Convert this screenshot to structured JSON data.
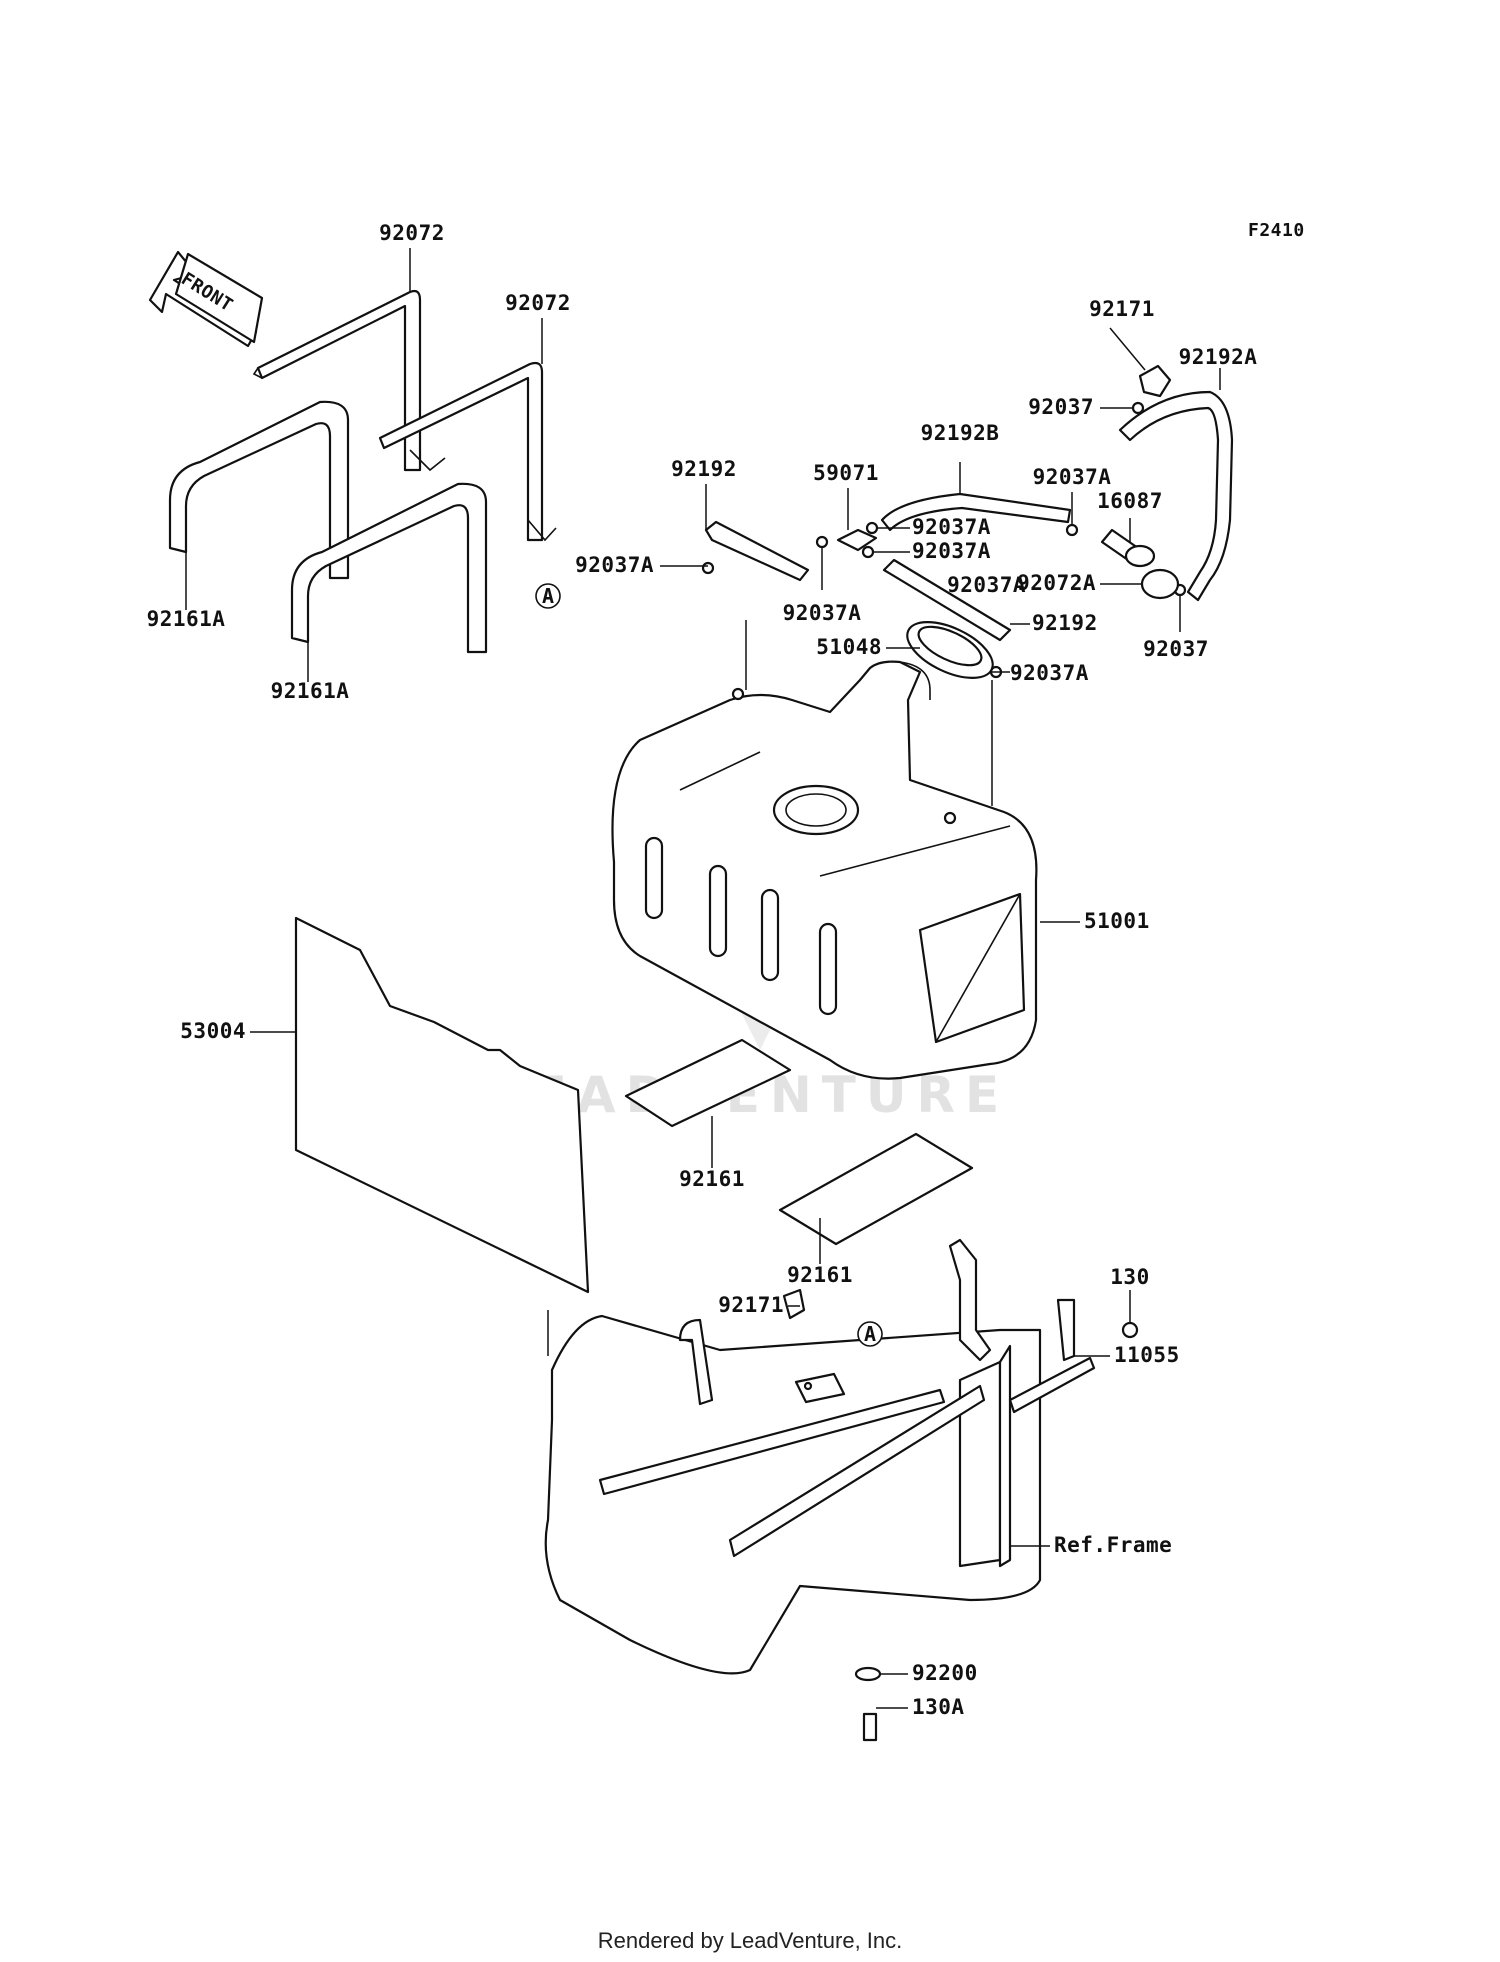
{
  "diagram_code": "F2410",
  "front_arrow_label": "FRONT",
  "watermark": "LEADVENTURE",
  "footer": "Rendered by LeadVenture, Inc.",
  "callouts": [
    "A",
    "A"
  ],
  "part_labels": [
    "92072",
    "92072",
    "92161A",
    "92161A",
    "92192",
    "59071",
    "92192B",
    "92037A",
    "92037A",
    "92037A",
    "92037A",
    "92037A",
    "92037A",
    "92037A",
    "92171",
    "92192A",
    "92037",
    "16087",
    "92072A",
    "92037",
    "92192",
    "51048",
    "51001",
    "53004",
    "92161",
    "92161",
    "92171",
    "130",
    "11055",
    "Ref.Frame",
    "92200",
    "130A"
  ]
}
